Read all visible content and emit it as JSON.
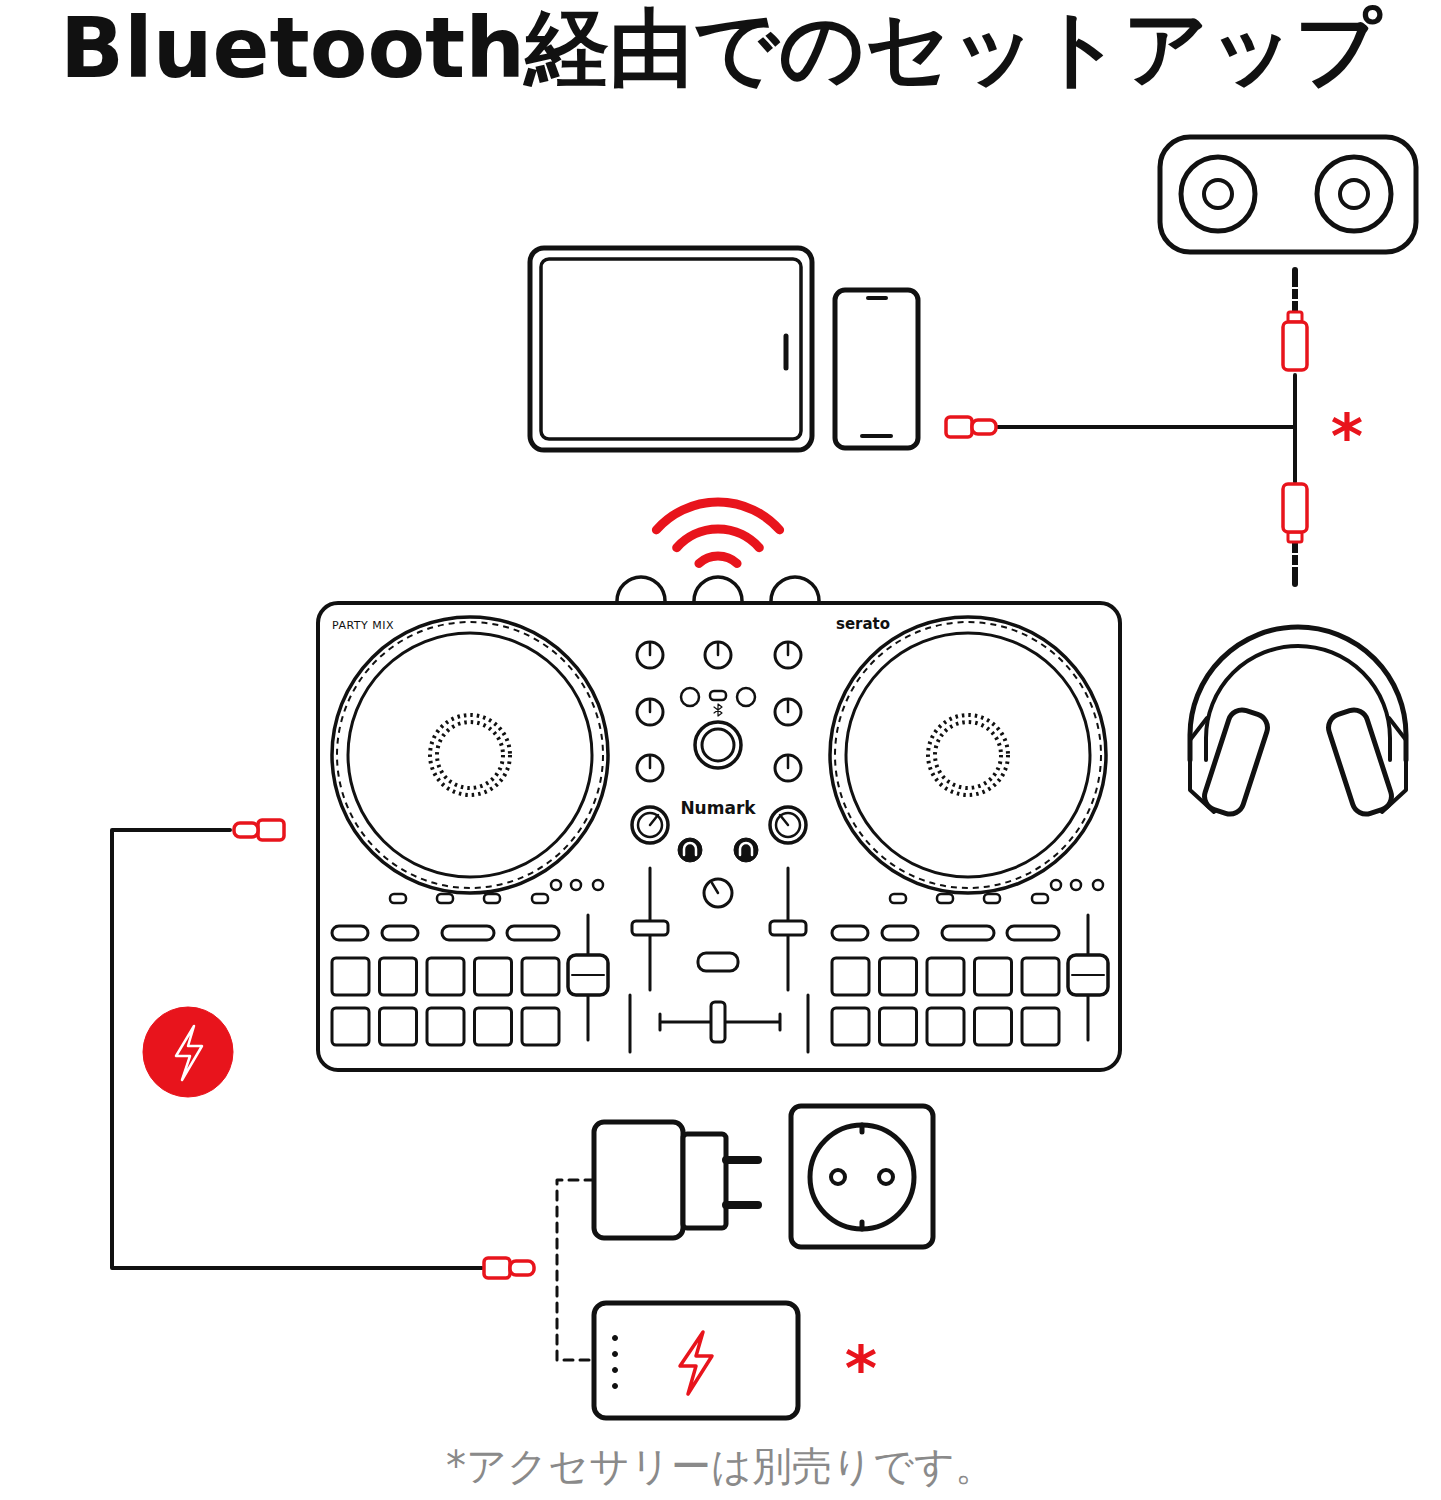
{
  "diagram": {
    "title": "Bluetooth経由でのセットアップ",
    "caption": "*アクセサリーは別売りです。",
    "nodes": [
      {
        "text": [
          "PARTY MIX",
          "serato",
          "Numark"
        ]
      }
    ],
    "labels": [
      "*",
      "*"
    ]
  }
}
